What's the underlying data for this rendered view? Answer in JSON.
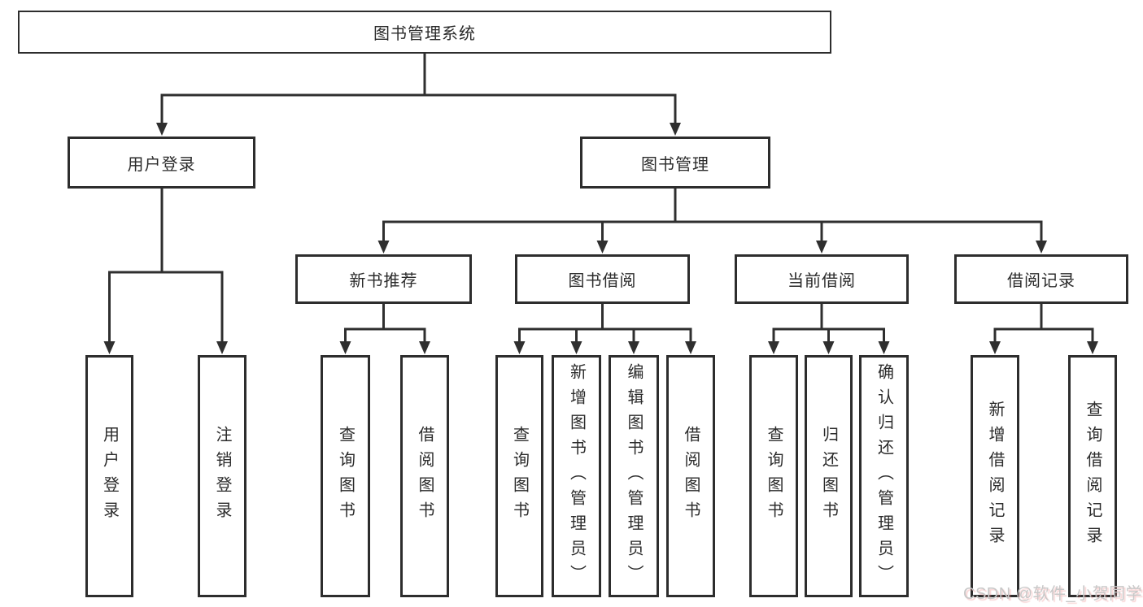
{
  "tree": {
    "root": {
      "label": "图书管理系统"
    },
    "branches": [
      {
        "label": "用户登录",
        "children": [
          {
            "label": "用户登录"
          },
          {
            "label": "注销登录"
          }
        ]
      },
      {
        "label": "图书管理",
        "sections": [
          {
            "label": "新书推荐",
            "children": [
              {
                "label": "查询图书"
              },
              {
                "label": "借阅图书"
              }
            ]
          },
          {
            "label": "图书借阅",
            "children": [
              {
                "label": "查询图书"
              },
              {
                "label": "新增图书（管理员）"
              },
              {
                "label": "编辑图书（管理员）"
              },
              {
                "label": "借阅图书"
              }
            ]
          },
          {
            "label": "当前借阅",
            "children": [
              {
                "label": "查询图书"
              },
              {
                "label": "归还图书"
              },
              {
                "label": "确认归还（管理员）"
              }
            ]
          },
          {
            "label": "借阅记录",
            "children": [
              {
                "label": "新增借阅记录"
              },
              {
                "label": "查询借阅记录"
              }
            ]
          }
        ]
      }
    ]
  },
  "watermark": {
    "text": "CSDN @软件_小贺同学"
  },
  "colors": {
    "line": "#2f2f2f",
    "text": "#2b2b2b",
    "background": "#ffffff",
    "watermark": "#c8c8c8"
  }
}
